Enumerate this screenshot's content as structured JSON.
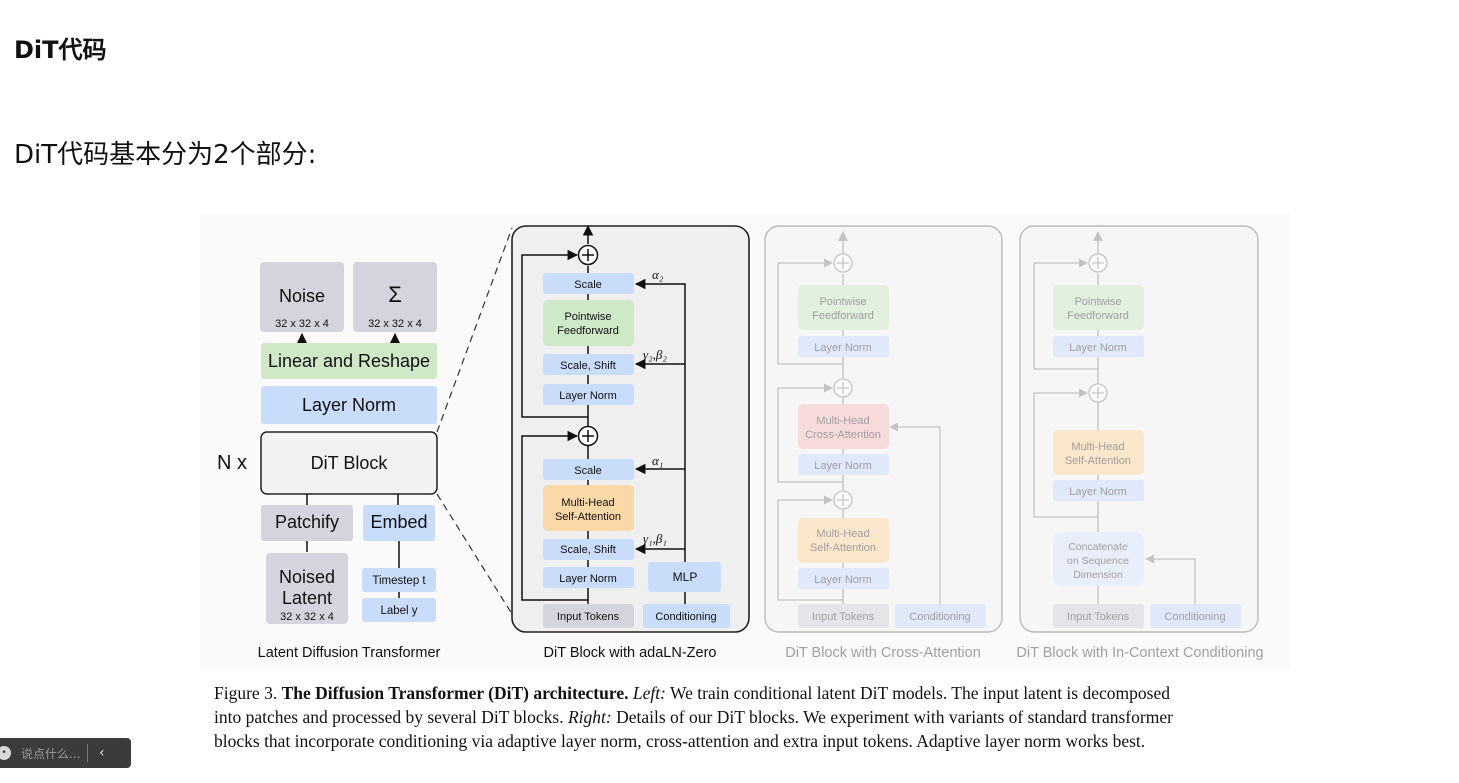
{
  "page_title": "DiT代码",
  "intro_text": "DiT代码基本分为2个部分:",
  "diagram": {
    "left": {
      "noise": "Noise",
      "noise_dim": "32 x 32 x 4",
      "sigma": "Σ",
      "sigma_dim": "32 x 32 x 4",
      "linear_reshape": "Linear and Reshape",
      "layer_norm": "Layer Norm",
      "nx": "N x",
      "dit_block": "DiT Block",
      "patchify": "Patchify",
      "embed": "Embed",
      "noised": "Noised",
      "latent": "Latent",
      "latent_dim": "32 x 32 x 4",
      "timestep": "Timestep t",
      "label": "Label y",
      "caption": "Latent Diffusion Transformer"
    },
    "adaln": {
      "scale_top": "Scale",
      "alpha2": "α₂",
      "ff_1": "Pointwise",
      "ff_2": "Feedforward",
      "scale_shift_top": "Scale, Shift",
      "gb2": "γ₂,β₂",
      "ln_top": "Layer Norm",
      "scale_bot": "Scale",
      "alpha1": "α₁",
      "mhsa_1": "Multi-Head",
      "mhsa_2": "Self-Attention",
      "scale_shift_bot": "Scale, Shift",
      "gb1": "γ₁,β₁",
      "ln_bot": "Layer Norm",
      "mlp": "MLP",
      "input_tokens": "Input Tokens",
      "conditioning": "Conditioning",
      "caption": "DiT Block with adaLN-Zero"
    },
    "cross": {
      "ff_1": "Pointwise",
      "ff_2": "Feedforward",
      "ln_1": "Layer Norm",
      "mhca_1": "Multi-Head",
      "mhca_2": "Cross-Attention",
      "ln_2": "Layer Norm",
      "mhsa_1": "Multi-Head",
      "mhsa_2": "Self-Attention",
      "ln_3": "Layer Norm",
      "input_tokens": "Input Tokens",
      "conditioning": "Conditioning",
      "caption": "DiT Block with Cross-Attention"
    },
    "incontext": {
      "ff_1": "Pointwise",
      "ff_2": "Feedforward",
      "ln_1": "Layer Norm",
      "mhsa_1": "Multi-Head",
      "mhsa_2": "Self-Attention",
      "ln_2": "Layer Norm",
      "concat_1": "Concatenate",
      "concat_2": "on Sequence",
      "concat_3": "Dimension",
      "input_tokens": "Input Tokens",
      "conditioning": "Conditioning",
      "caption": "DiT Block with In-Context Conditioning"
    },
    "figure_caption": {
      "fig_label": "Figure 3.",
      "fig_title": "The Diffusion Transformer (DiT) architecture.",
      "left_label": "Left:",
      "line1_rest": "We train conditional latent DiT models. The input latent is decomposed",
      "line2_a": "into patches and processed by several DiT blocks.",
      "right_label": "Right:",
      "line2_b": "Details of our DiT blocks. We experiment with variants of standard transformer",
      "line3": "blocks that incorporate conditioning via adaptive layer norm, cross-attention and extra input tokens. Adaptive layer norm works best."
    }
  },
  "comment_bar": {
    "placeholder": "说点什么...",
    "toggle": "‹"
  },
  "colors": {
    "blue": "#c9dcfa",
    "green": "#cfe8c8",
    "gray": "#d4d5dc",
    "orange": "#fad8a8",
    "red": "#f6c3c3"
  }
}
